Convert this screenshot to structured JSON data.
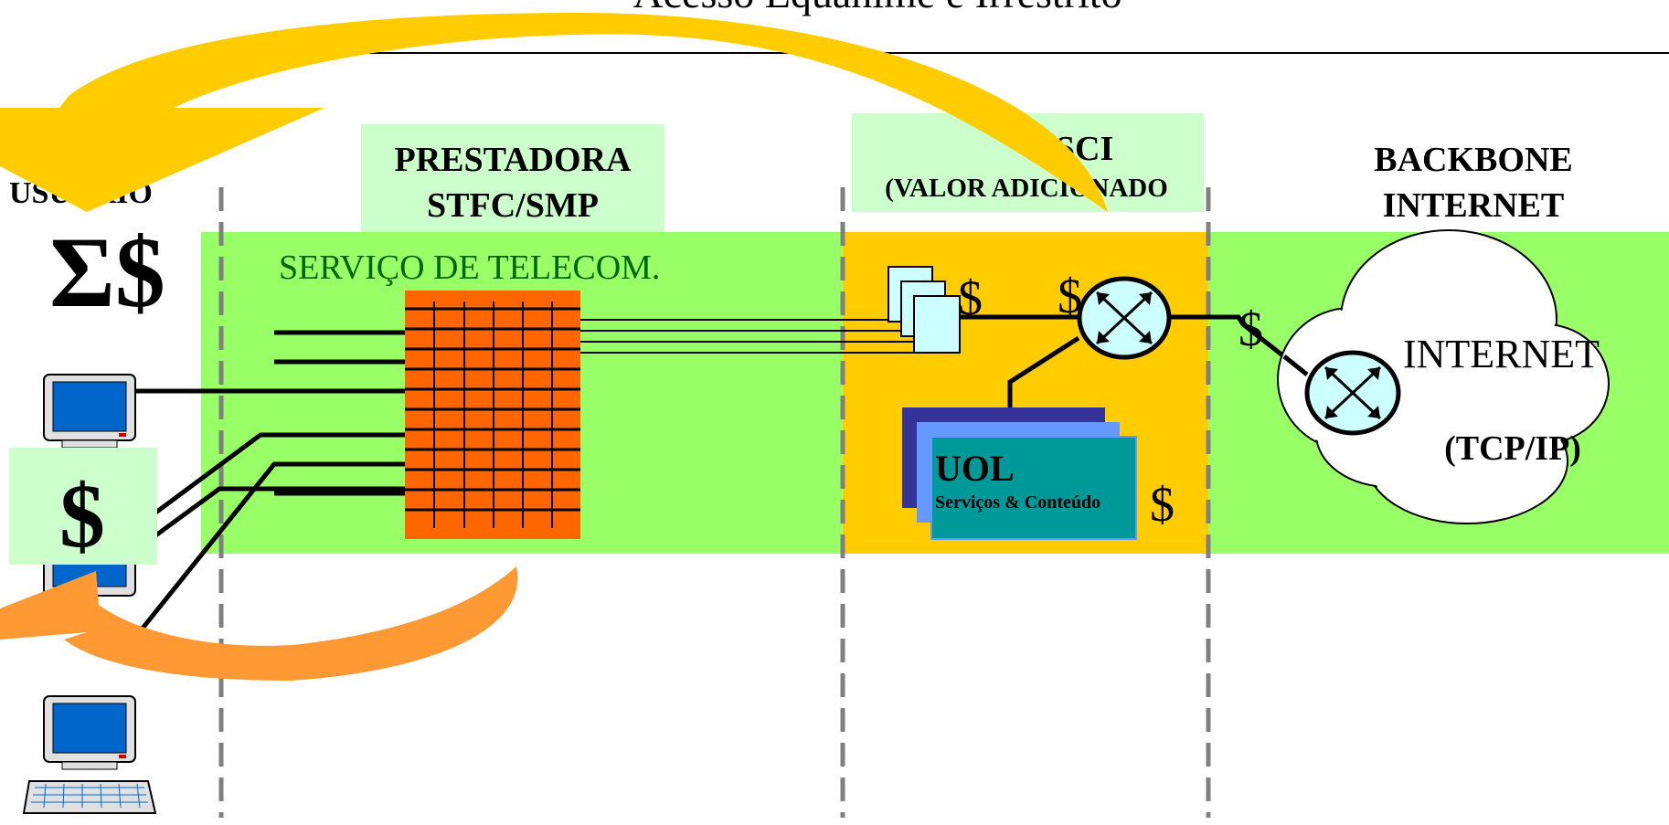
{
  "title": "Acesso Equânime e Irrestrito",
  "zones": {
    "usuario": {
      "label": "USUÁRIO",
      "cost_symbol": "Σ$",
      "money_badge": "$"
    },
    "prestadora": {
      "label_line1": "PRESTADORA",
      "label_line2": "STFC/SMP",
      "service_label": "SERVIÇO DE TELECOM."
    },
    "psci": {
      "label_line1": "PSCI",
      "label_line2": "(VALOR ADICIONADO"
    },
    "backbone": {
      "label_line1": "BACKBONE",
      "label_line2": "INTERNET"
    }
  },
  "psci_content": {
    "modem_cost": "$",
    "router_cost": "$",
    "uol_title": "UOL",
    "uol_subtitle": "Serviços & Conteúdo",
    "uol_cost": "$"
  },
  "internet": {
    "link_cost": "$",
    "cloud_label": "INTERNET",
    "protocol_label": "(TCP/IP)"
  },
  "colors": {
    "service_band": "#99ff66",
    "psci_band": "#ffcc00",
    "label_box": "#ccffcc",
    "switch_matrix": "#ff6600",
    "yellow_arrow": "#ffcc00",
    "orange_arrow": "#ff9933",
    "uol_front": "#009999",
    "uol_middle": "#6699ff",
    "uol_back": "#333399",
    "router_fill": "#ccffff",
    "screen_blue": "#0066cc"
  }
}
